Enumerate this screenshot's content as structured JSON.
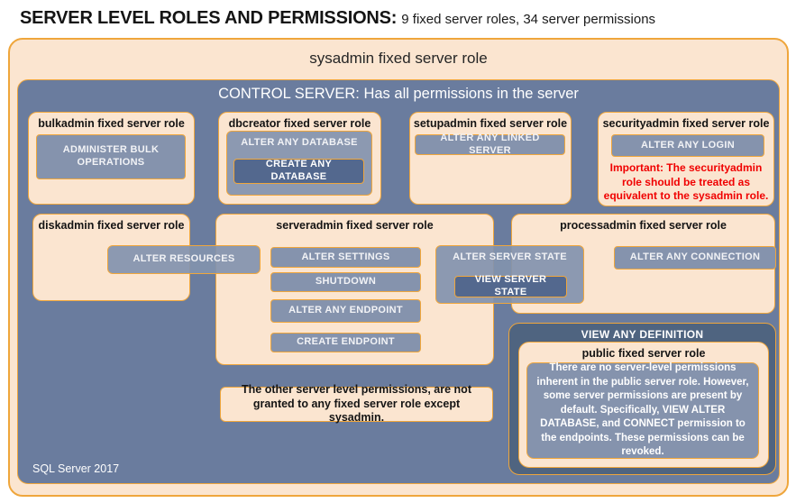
{
  "title": {
    "main": "SERVER LEVEL ROLES AND PERMISSIONS:",
    "sub": "9 fixed server roles, 34 server permissions"
  },
  "sysadmin_box": {
    "title": "sysadmin fixed server role"
  },
  "control_box": {
    "title": "CONTROL SERVER: Has all permissions in the server"
  },
  "roles": {
    "bulkadmin": {
      "label": "bulkadmin fixed server role",
      "permission": "ADMINISTER BULK OPERATIONS"
    },
    "dbcreator": {
      "label": "dbcreator fixed server role",
      "permission_outer": "ALTER ANY DATABASE",
      "permission_nested": "CREATE ANY DATABASE"
    },
    "setupadmin": {
      "label": "setupadmin fixed server role",
      "permission": "ALTER ANY LINKED SERVER"
    },
    "securityadmin": {
      "label": "securityadmin fixed server role",
      "permission": "ALTER ANY LOGIN",
      "warning": "Important: The securityadmin role should be treated as equivalent to the sysadmin role."
    },
    "diskadmin": {
      "label": "diskadmin fixed server role",
      "permission": "ALTER RESOURCES"
    },
    "serveradmin": {
      "label": "serveradmin fixed server role",
      "permissions": [
        "ALTER SETTINGS",
        "SHUTDOWN",
        "ALTER ANY ENDPOINT",
        "CREATE ENDPOINT"
      ],
      "permission_outer": "ALTER SERVER STATE",
      "permission_nested": "VIEW SERVER STATE"
    },
    "processadmin": {
      "label": "processadmin fixed server role",
      "permission": "ALTER ANY CONNECTION"
    },
    "public": {
      "container_permission": "VIEW ANY DEFINITION",
      "label": "public fixed server role",
      "description": "There are no server-level permissions inherent in the public server role. However, some server permissions are present by default. Specifically, VIEW ALTER DATABASE, and CONNECT permission to the endpoints. These permissions can be revoked."
    }
  },
  "note": "The other server level permissions, are not granted to any fixed server role except sysadmin.",
  "footer": "SQL Server 2017",
  "colors": {
    "peach": "#FBE5D0",
    "orange_border": "#EFA63C",
    "slate_background": "#6A7C9E",
    "permission_button": "#8593AD",
    "dark_permission_box": "#53688E",
    "definition_box": "#4F6480",
    "warning_red": "#F00000"
  }
}
